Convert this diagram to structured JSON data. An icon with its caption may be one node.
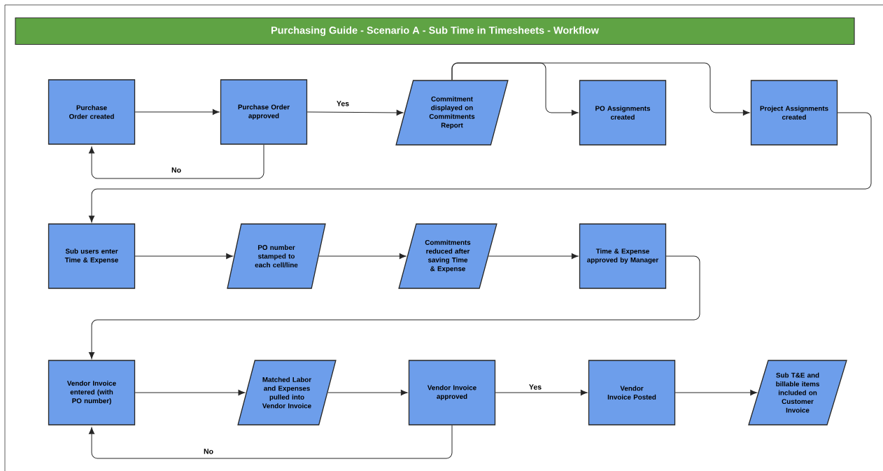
{
  "diagram": {
    "title": "Purchasing Guide - Scenario A - Sub Time in Timesheets - Workflow",
    "nodes": [
      {
        "text": [
          "Purchase Order created"
        ]
      },
      {
        "text": [
          "Purchase Order approved"
        ]
      },
      {
        "text": [
          "Commitment displayed on Commitments Report"
        ]
      },
      {
        "text": [
          "PO Assignments created"
        ]
      },
      {
        "text": [
          "Project Assignments created"
        ]
      },
      {
        "text": [
          "Sub users enter Time & Expense"
        ]
      },
      {
        "text": [
          "PO number stamped to each cell/line"
        ]
      },
      {
        "text": [
          "Commitments reduced after saving Time & Expense"
        ]
      },
      {
        "text": [
          "Time & Expense approved by Manager"
        ]
      },
      {
        "text": [
          "Vendor Invoice entered (with PO number)"
        ]
      },
      {
        "text": [
          "Matched Labor and Expenses pulled into Vendor Invoice"
        ]
      },
      {
        "text": [
          "Vendor Invoice approved"
        ]
      },
      {
        "text": [
          "Vendor Invoice Posted"
        ]
      },
      {
        "text": [
          "Sub T&E and billable items included on Customer Invoice"
        ]
      }
    ],
    "edges": [
      {
        "from": 0,
        "to": 1,
        "arrow": "to"
      },
      {
        "from": 1,
        "to": 2,
        "arrow": "to",
        "label": "Yes"
      },
      {
        "from": 1,
        "to": 0,
        "arrow": "to",
        "label": "No"
      },
      {
        "from": 2,
        "to": 3,
        "arrow": "to"
      },
      {
        "from": 2,
        "to": 4,
        "arrow": "to"
      },
      {
        "from": 4,
        "to": 5,
        "arrow": "to"
      },
      {
        "from": 5,
        "to": 6,
        "arrow": "to"
      },
      {
        "from": 6,
        "to": 7,
        "arrow": "to"
      },
      {
        "from": 7,
        "to": 8,
        "arrow": "to"
      },
      {
        "from": 8,
        "to": 9,
        "arrow": "to"
      },
      {
        "from": 9,
        "to": 10,
        "arrow": "to"
      },
      {
        "from": 10,
        "to": 11,
        "arrow": "to"
      },
      {
        "from": 11,
        "to": 12,
        "arrow": "to",
        "label": "Yes"
      },
      {
        "from": 11,
        "to": 9,
        "arrow": "to",
        "label": "No"
      },
      {
        "from": 12,
        "to": 13,
        "arrow": "to"
      }
    ]
  }
}
